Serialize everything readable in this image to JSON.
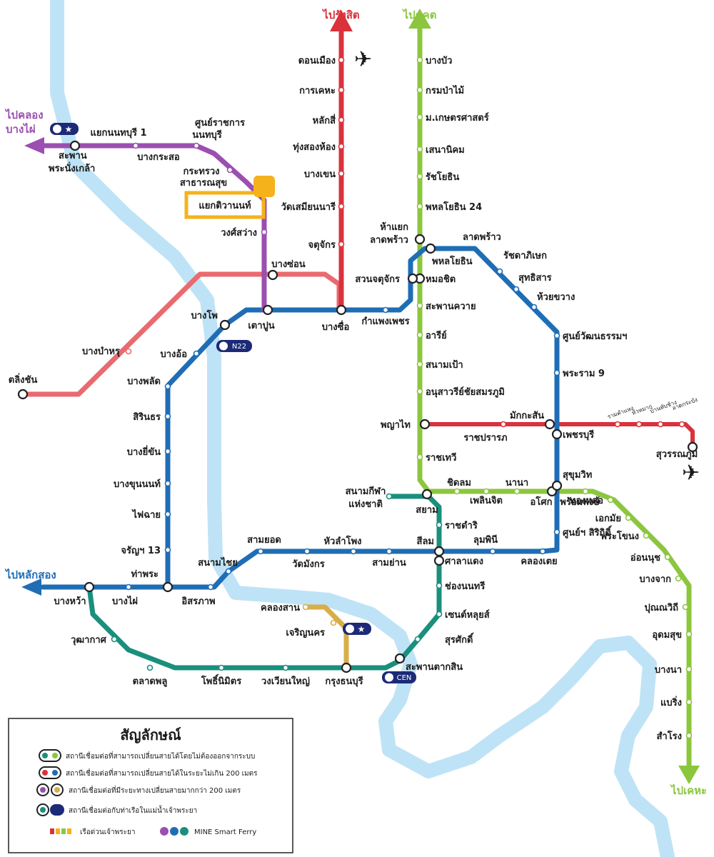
{
  "colors": {
    "river": "#bfe3f6",
    "red_line": "#d9323c",
    "light_red_line": "#e96a6f",
    "green_line": "#8cc63e",
    "blue_line": "#1f6db5",
    "purple_line": "#9b4fb0",
    "teal_line": "#1a8f7d",
    "gold_line": "#d8ae48",
    "highlight": "#f5b21b",
    "navy": "#1c2a77"
  },
  "destinations": {
    "rangsit": "ไปรังสิต",
    "khukhot": "ไปคูคต",
    "khlong_bang_phai_1": "ไปคลอง",
    "khlong_bang_phai_2": "บางไผ่",
    "lak_song": "ไปหลักสอง",
    "kheha": "ไปเคหะ",
    "suvarnabhumi": "สุวรรณภูมิ"
  },
  "badges": {
    "n22": "N22",
    "cen": "CEN"
  },
  "highlight_box": "แยกติวานนท์",
  "stations": {
    "red": [
      "ดอนเมือง",
      "การเคหะ",
      "หลักสี่",
      "ทุ่งสองห้อง",
      "บางเขน",
      "วัดเสมียนนารี",
      "จตุจักร",
      "บางซื่อ"
    ],
    "green_north": [
      "บางบัว",
      "กรมป่าไม้",
      "ม.เกษตรศาสตร์",
      "เสนานิคม",
      "รัชโยธิน",
      "พหลโยธิน 24",
      "ห้าแยก",
      "ลาดพร้าว"
    ],
    "green_mid": [
      "ลาดพร้าว",
      "หมอชิต",
      "สะพานควาย",
      "อารีย์",
      "สนามเป้า",
      "อนุสาวรีย์ชัยสมรภูมิ",
      "พญาไท",
      "ราชเทวี",
      "สยาม",
      "ชิดลม",
      "เพลินจิต",
      "นานา",
      "อโศก",
      "พร้อมพงษ์"
    ],
    "green_east": [
      "ทองหล่อ",
      "เอกมัย",
      "พระโขนง",
      "อ่อนนุช",
      "บางจาก",
      "ปุณณวิถี",
      "อุดมสุข",
      "บางนา",
      "แบริ่ง",
      "สำโรง"
    ],
    "blue": [
      "พหลโยธิน",
      "รัชดาภิเษก",
      "สุทธิสาร",
      "ห้วยขวาง",
      "ศูนย์วัฒนธรรมฯ",
      "พระราม 9",
      "เพชรบุรี",
      "สุขุมวิท",
      "ศูนย์ฯ สิริกิติ์",
      "คลองเตย",
      "ลุมพินี",
      "สีลม",
      "สามย่าน",
      "หัวลำโพง",
      "วัดมังกร",
      "สามยอด",
      "สนามไชย",
      "อิสรภาพ",
      "ท่าพระ",
      "จรัญฯ 13",
      "ไฟฉาย",
      "บางขุนนนท์",
      "บางยี่ขัน",
      "สิรินธร",
      "บางพลัด",
      "บางอ้อ",
      "บางโพ",
      "เตาปูน",
      "สวนจตุจักร",
      "กำแพงเพชร",
      "บางหว้า",
      "บางไผ่"
    ],
    "purple": [
      "แยกนนทบุรี 1",
      "ศูนย์ราชการ",
      "นนทบุรี",
      "บางกระสอ",
      "กระทรวง",
      "สาธารณสุข",
      "สะพาน",
      "พระนั่งเกล้า",
      "วงศ์สว่าง",
      "บางซ่อน"
    ],
    "light_red": [
      "ตลิ่งชัน",
      "บางบำหรุ"
    ],
    "airport": [
      "มักกะสัน",
      "ราชปรารภ",
      "พญาไท"
    ],
    "airport_small": [
      "รามคำแหง",
      "หัวหมาก",
      "บ้านทับช้าง",
      "ลาดกระบัง"
    ],
    "teal": [
      "สนามกีฬา",
      "แห่งชาติ",
      "ราชดำริ",
      "ศาลาแดง",
      "ช่องนนทรี",
      "เซนต์หลุยส์",
      "สุรศักดิ์",
      "สะพานตากสิน",
      "กรุงธนบุรี",
      "วงเวียนใหญ่",
      "โพธิ์นิมิตร",
      "ตลาดพลู",
      "วุฒากาศ"
    ],
    "gold": [
      "คลองสาน",
      "เจริญนคร"
    ]
  },
  "legend": {
    "title": "สัญลักษณ์",
    "items": [
      "สถานีเชื่อมต่อที่สามารถเปลี่ยนสายได้โดยไม่ต้องออกจากระบบ",
      "สถานีเชื่อมต่อที่สามารถเปลี่ยนสายได้ในระยะไม่เกิน 200 เมตร",
      "สถานีเชื่อมต่อที่มีระยะทางเปลี่ยนสายมากกว่า 200 เมตร",
      "สถานีเชื่อมต่อกับท่าเรือในแม่น้ำเจ้าพระยา"
    ],
    "boat_express": "เรือด่วนเจ้าพระยา",
    "mine_ferry": "MINE Smart Ferry"
  }
}
